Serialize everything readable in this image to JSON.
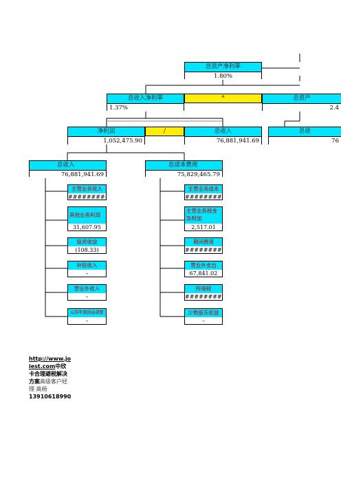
{
  "top": {
    "title": "总资产净利率",
    "value": "1.80%"
  },
  "level2": {
    "left": {
      "title": "总收入净利率",
      "value": "1.37%"
    },
    "op": "*",
    "right": {
      "title": "总资产",
      "value": "2.4"
    }
  },
  "level3": {
    "left": {
      "title": "净利润",
      "value": "1,052,475.90"
    },
    "op": "/",
    "middle": {
      "title": "总收入",
      "value": "76,881,941.69"
    },
    "right": {
      "title": "总收",
      "value": "76"
    }
  },
  "level4": {
    "revenue": {
      "title": "总收入",
      "value": "76,881,941.69"
    },
    "cost": {
      "title": "总成本费用",
      "value": "75,829,465.79"
    }
  },
  "revenue_items": [
    {
      "label": "主营业务收入",
      "value": "##############"
    },
    {
      "label": "其他业务利润",
      "value": "31,607.95"
    },
    {
      "label": "投资收益",
      "value": "(108.33)"
    },
    {
      "label": "补贴收入",
      "value": "–"
    },
    {
      "label": "营业外收入",
      "value": "–"
    },
    {
      "label": "以前年度损益调整",
      "value": "–"
    }
  ],
  "cost_items": [
    {
      "label": "主营业务成本",
      "value": "##############"
    },
    {
      "label": "主营业务税金及附加",
      "value": "2,517.01"
    },
    {
      "label": "期间费用",
      "value": "############"
    },
    {
      "label": "营业外支出",
      "value": "67,841.02"
    },
    {
      "label": "所得税",
      "value": "###########"
    },
    {
      "label": "少数股东权益",
      "value": "–"
    }
  ],
  "footer": {
    "link": "http://www.joiest.com",
    "link_line1": "http://www.jo",
    "link_line2": "iest.com",
    "text1": "中欣卡合理避税解决方案",
    "text2": "高级客户经理 高杨",
    "phone": "13910618990"
  }
}
